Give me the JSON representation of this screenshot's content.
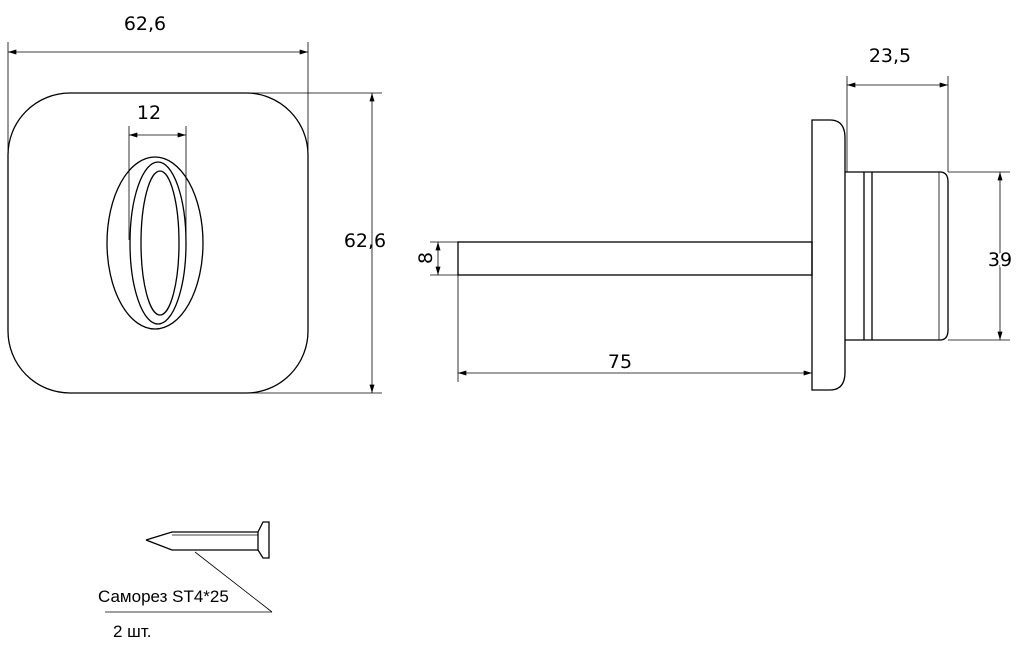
{
  "dimensions": {
    "plate_width": "62,6",
    "plate_height": "62,6",
    "slot_width": "12",
    "rod_diameter": "8",
    "rod_length": "75",
    "cylinder_depth": "23,5",
    "cylinder_diameter": "39"
  },
  "screw": {
    "label": "Саморез ST4*25",
    "quantity": "2 шт."
  }
}
